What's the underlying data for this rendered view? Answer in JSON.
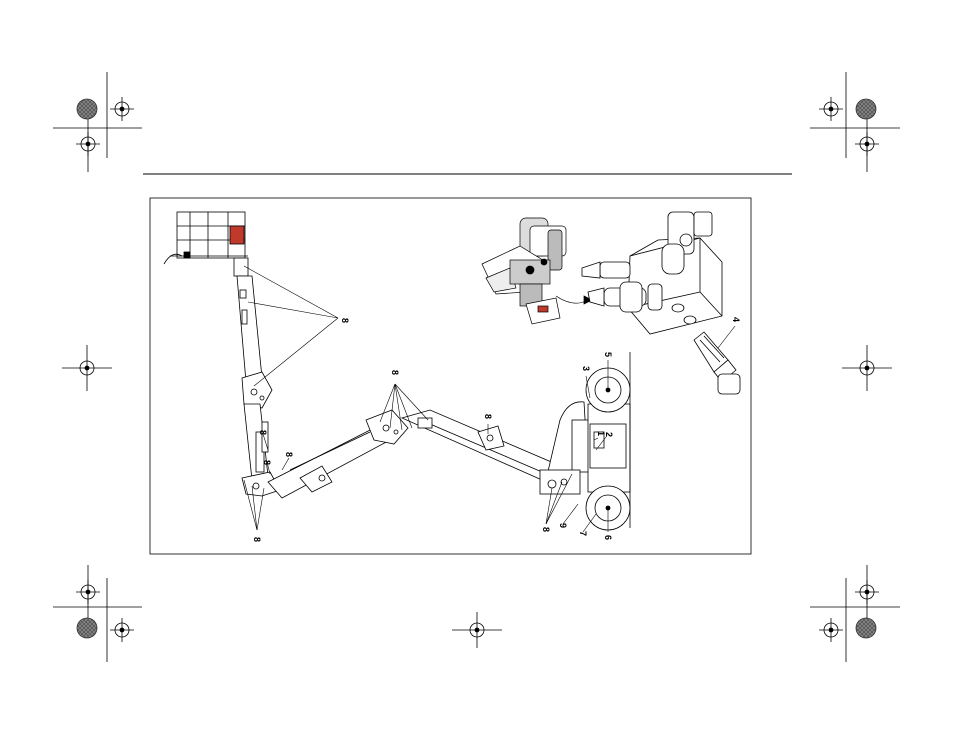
{
  "diagram": {
    "callouts": {
      "c1": "1",
      "c2": "2",
      "c3": "3",
      "c4": "4",
      "c5": "5",
      "c6": "6",
      "c7": "7",
      "c8": "8",
      "c9": "9"
    }
  },
  "colors": {
    "ink": "#000000",
    "platform_accent": "#c0392b",
    "paper": "#ffffff"
  }
}
